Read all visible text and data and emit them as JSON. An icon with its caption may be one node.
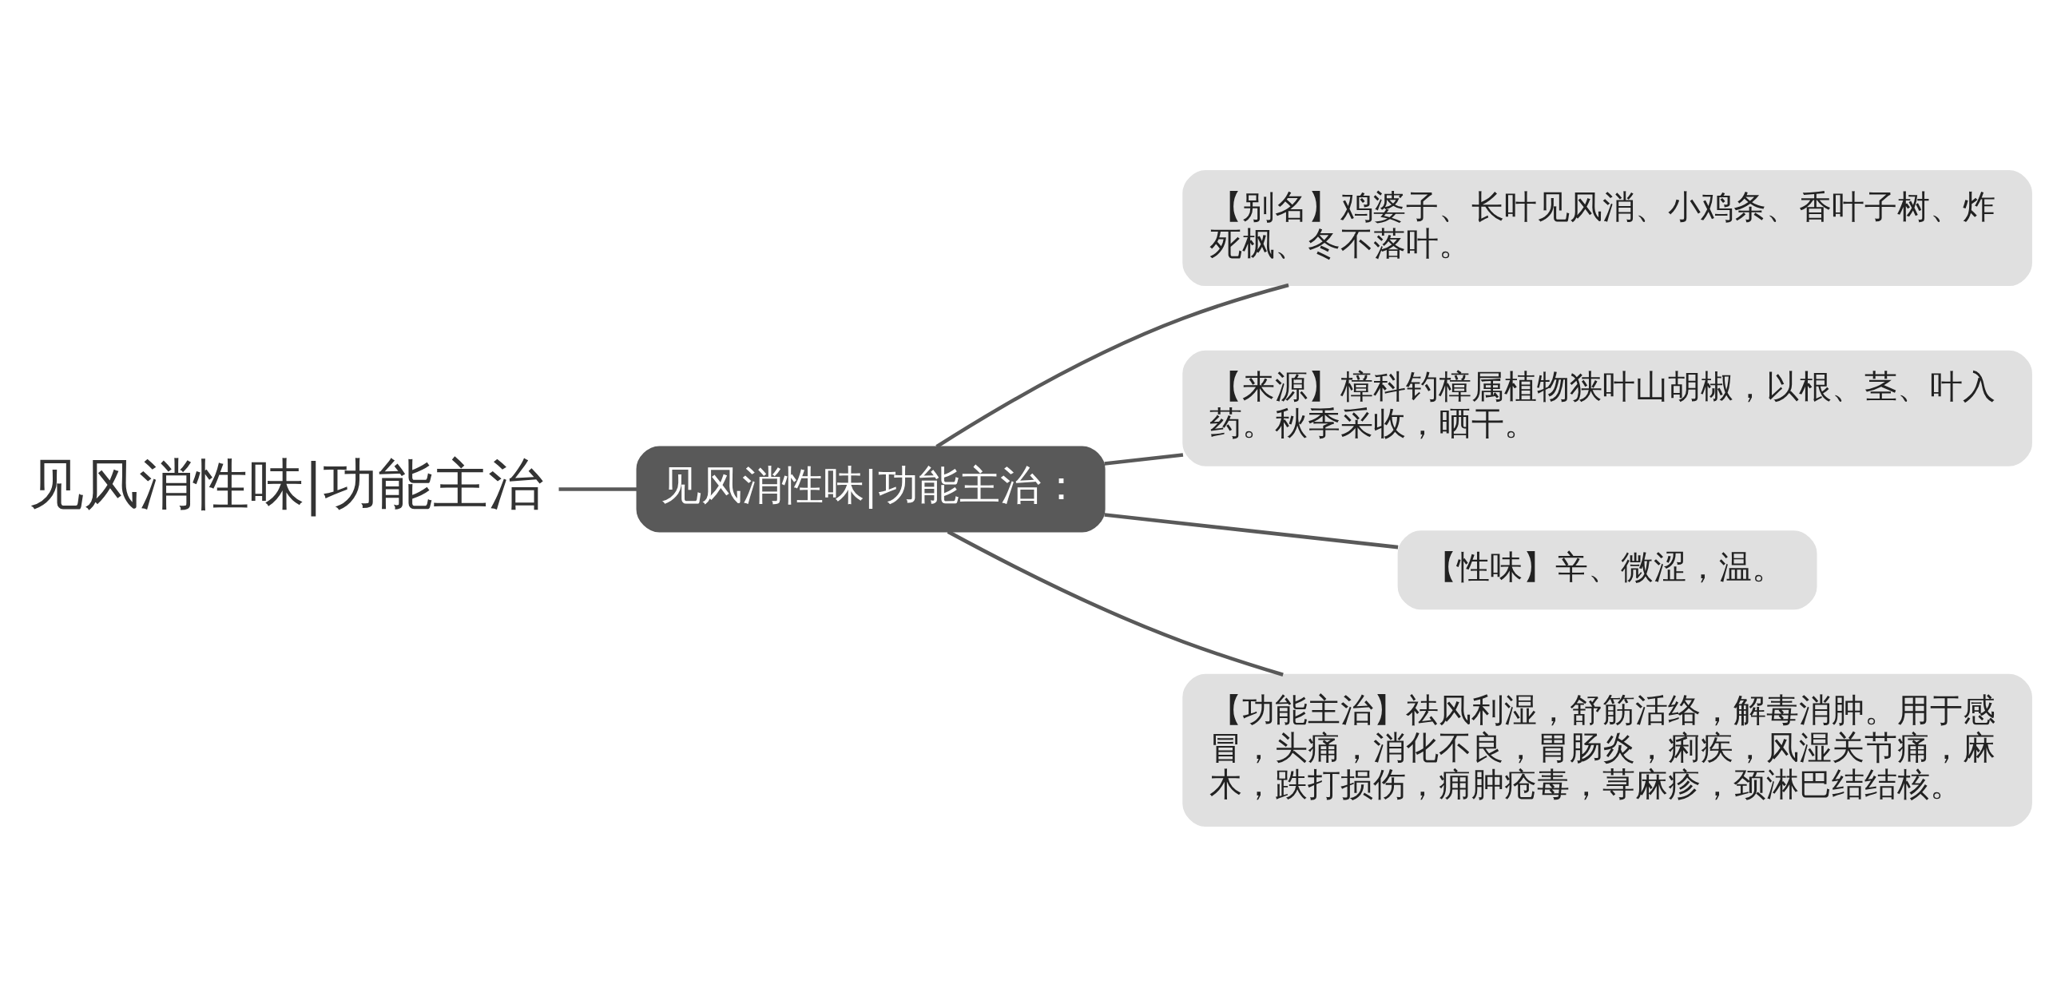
{
  "diagram": {
    "nodes": [
      {
        "text": [
          "见风消性味|功能主治"
        ]
      },
      {
        "text": [
          "见风消性味|功能主治："
        ]
      },
      {
        "text": [
          "【别名】鸡婆子、长叶见风消、小鸡条、香叶子树、炸死枫、冬不落叶。"
        ]
      },
      {
        "text": [
          "【来源】樟科钓樟属植物狭叶山胡椒，以根、茎、叶入药。秋季采收，晒干。"
        ]
      },
      {
        "text": [
          "【性味】辛、微涩，温。"
        ]
      },
      {
        "text": [
          "【功能主治】祛风利湿，舒筋活络，解毒消肿。用于感冒，头痛，消化不良，胃肠炎，痢疾，风湿关节痛，麻木，跌打损伤，痈肿疮毒，荨麻疹，颈淋巴结结核。"
        ]
      }
    ],
    "edges": [
      {
        "from": 0,
        "to": 1,
        "arrow": "none"
      },
      {
        "from": 1,
        "to": 2,
        "arrow": "none"
      },
      {
        "from": 1,
        "to": 3,
        "arrow": "none"
      },
      {
        "from": 1,
        "to": 4,
        "arrow": "none"
      },
      {
        "from": 1,
        "to": 5,
        "arrow": "none"
      }
    ]
  }
}
